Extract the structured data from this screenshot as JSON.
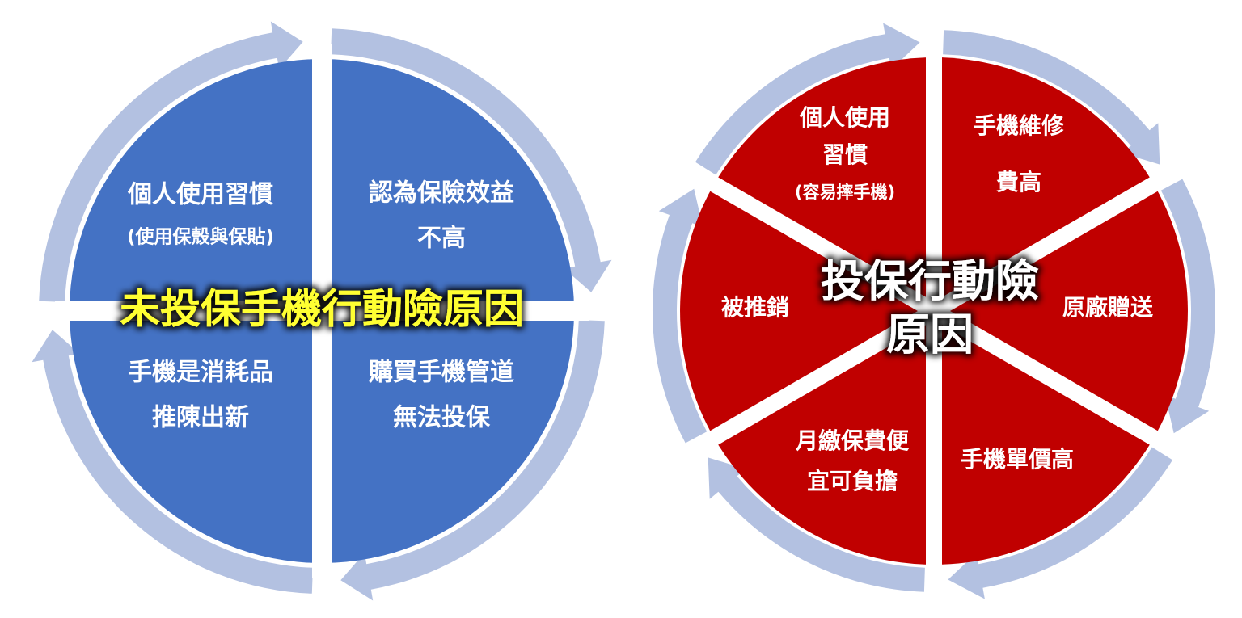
{
  "colors": {
    "ring": "#b3c1e1",
    "left_fill": "#4472c4",
    "right_fill": "#c00000",
    "left_title": "#ffff33",
    "right_title": "#ffffff",
    "text": "#ffffff"
  },
  "left_diagram": {
    "title": "未投保手機行動險原因",
    "segments": [
      {
        "lines": [
          "個人使用習慣",
          "(使用保殼與保貼)"
        ]
      },
      {
        "lines": [
          "認為保險效益",
          "不高"
        ]
      },
      {
        "lines": [
          "購買手機管道",
          "無法投保"
        ]
      },
      {
        "lines": [
          "手機是消耗品",
          "推陳出新"
        ]
      }
    ]
  },
  "right_diagram": {
    "title_lines": [
      "投保行動險",
      "原因"
    ],
    "segments": [
      {
        "lines": [
          "個人使用",
          "習慣",
          "(容易摔手機)"
        ]
      },
      {
        "lines": [
          "手機維修",
          "費高"
        ]
      },
      {
        "lines": [
          "原廠贈送"
        ]
      },
      {
        "lines": [
          "手機單價高"
        ]
      },
      {
        "lines": [
          "月繳保費便",
          "宜可負擔"
        ]
      },
      {
        "lines": [
          "被推銷"
        ]
      }
    ]
  }
}
